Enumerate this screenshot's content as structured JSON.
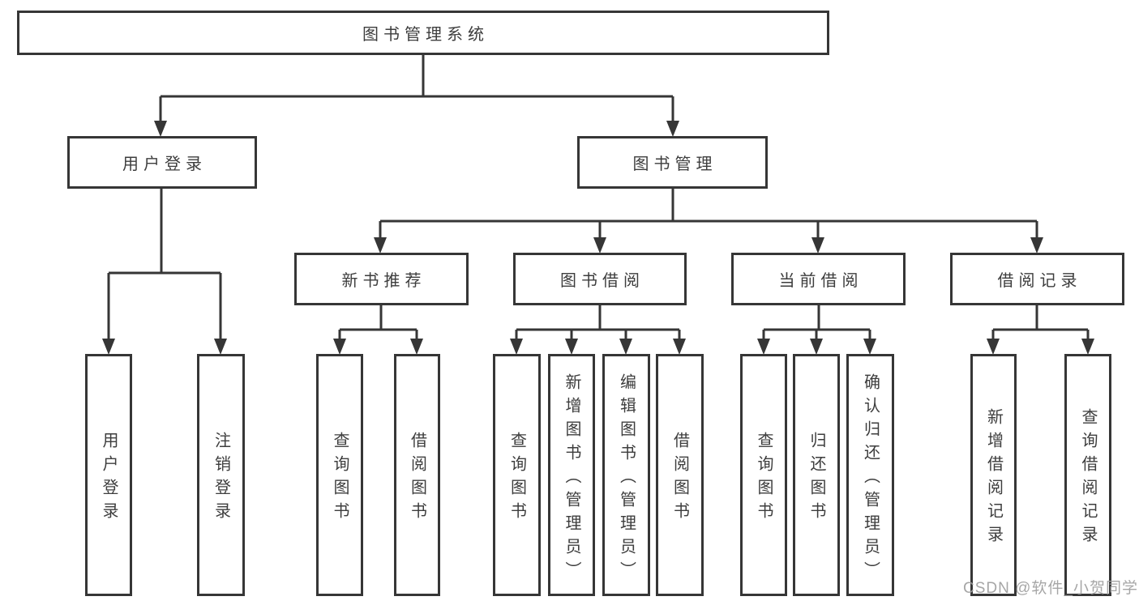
{
  "diagram": {
    "title_node": {
      "label": "图书管理系统"
    },
    "level2": [
      {
        "label": "用户登录"
      },
      {
        "label": "图书管理"
      }
    ],
    "level3": [
      {
        "label": "新书推荐",
        "parent": "图书管理"
      },
      {
        "label": "图书借阅",
        "parent": "图书管理"
      },
      {
        "label": "当前借阅",
        "parent": "图书管理"
      },
      {
        "label": "借阅记录",
        "parent": "图书管理"
      }
    ],
    "leaves": [
      {
        "label": "用户登录",
        "parent": "用户登录"
      },
      {
        "label": "注销登录",
        "parent": "用户登录"
      },
      {
        "label": "查询图书",
        "parent": "新书推荐"
      },
      {
        "label": "借阅图书",
        "parent": "新书推荐"
      },
      {
        "label": "查询图书",
        "parent": "图书借阅"
      },
      {
        "label": "新增图书（管理员）",
        "parent": "图书借阅"
      },
      {
        "label": "编辑图书（管理员）",
        "parent": "图书借阅"
      },
      {
        "label": "借阅图书",
        "parent": "图书借阅"
      },
      {
        "label": "查询图书",
        "parent": "当前借阅"
      },
      {
        "label": "归还图书",
        "parent": "当前借阅"
      },
      {
        "label": "确认归还（管理员）",
        "parent": "当前借阅"
      },
      {
        "label": "新增借阅记录",
        "parent": "借阅记录"
      },
      {
        "label": "查询借阅记录",
        "parent": "借阅记录"
      }
    ]
  },
  "watermark": {
    "text": "CSDN @软件_小贺同学"
  },
  "colors": {
    "line": "#363636",
    "text": "#3d3d3d",
    "watermark": "#9e9e9e",
    "background": "#ffffff"
  }
}
